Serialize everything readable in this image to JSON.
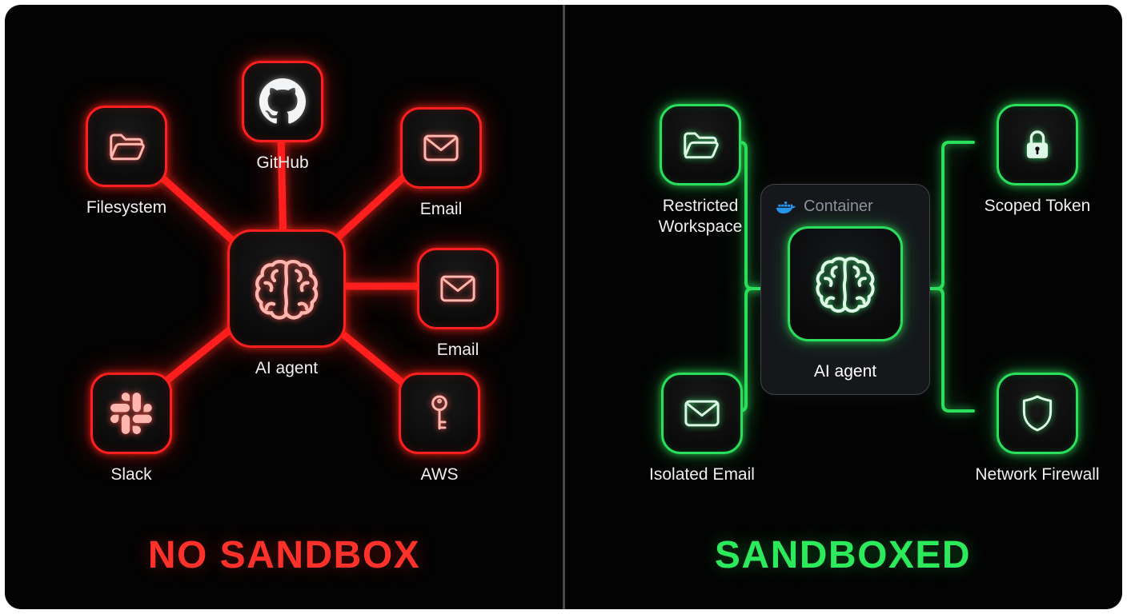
{
  "divider_color": "#45484d",
  "left_panel": {
    "title": "NO SANDBOX",
    "title_color": "#ff322b",
    "accent_color": "#ff1f1f",
    "icon_color": "#ffb6ae",
    "center_node": {
      "label": "AI agent",
      "icon": "brain-icon"
    },
    "nodes": [
      {
        "label": "Filesystem",
        "icon": "folder-icon"
      },
      {
        "label": "GitHub",
        "icon": "github-icon"
      },
      {
        "label": "Email",
        "icon": "envelope-icon"
      },
      {
        "label": "Email",
        "icon": "envelope-icon"
      },
      {
        "label": "Slack",
        "icon": "slack-icon"
      },
      {
        "label": "AWS",
        "icon": "key-icon"
      }
    ]
  },
  "right_panel": {
    "title": "SANDBOXED",
    "title_color": "#2de95c",
    "accent_color": "#2adf5b",
    "icon_color": "#ddf8e6",
    "container": {
      "label": "Container",
      "icon": "docker-icon",
      "docker_blue": "#2496ED",
      "label_color": "#8b929c"
    },
    "center_node": {
      "label": "AI agent",
      "icon": "brain-icon"
    },
    "nodes": [
      {
        "label": "Restricted Workspace",
        "icon": "folder-icon"
      },
      {
        "label": "Scoped Token",
        "icon": "lock-icon"
      },
      {
        "label": "Isolated Email",
        "icon": "envelope-icon"
      },
      {
        "label": "Network Firewall",
        "icon": "shield-icon"
      }
    ]
  }
}
